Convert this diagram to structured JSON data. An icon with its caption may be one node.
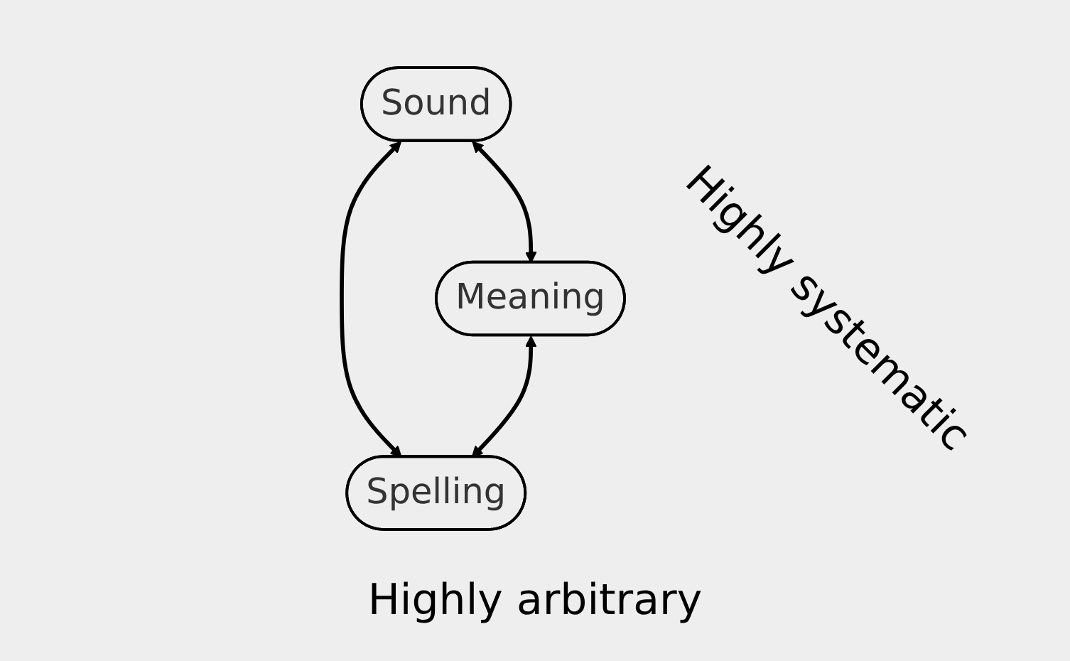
{
  "diagram": {
    "nodes": [
      {
        "text": [
          "Sound"
        ]
      },
      {
        "text": [
          "Meaning"
        ]
      },
      {
        "text": [
          "Spelling"
        ]
      }
    ],
    "edges": [
      {
        "from": 0,
        "to": 1,
        "arrow": "both"
      },
      {
        "from": 0,
        "to": 2,
        "arrow": "both"
      },
      {
        "from": 1,
        "to": 2,
        "arrow": "both"
      }
    ],
    "labels": [
      "Highly systematic",
      "Highly arbitrary"
    ]
  }
}
